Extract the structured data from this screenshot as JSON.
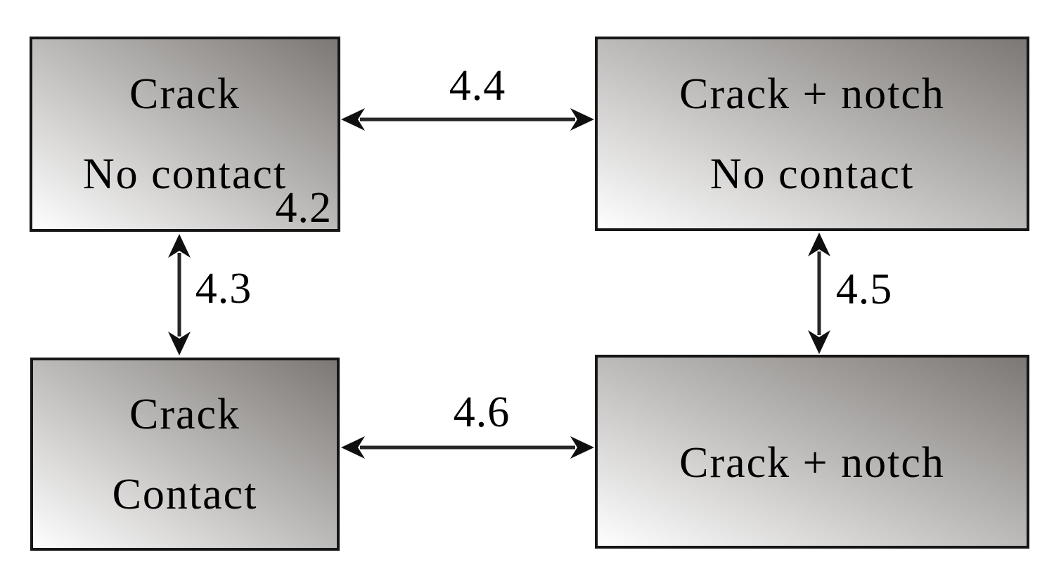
{
  "diagram": {
    "boxes": [
      {
        "id": "crack-no-contact",
        "lines": [
          "Crack",
          "No contact"
        ],
        "corner_label": "4.2"
      },
      {
        "id": "crack-notch-no-contact",
        "lines": [
          "Crack + notch",
          "No contact"
        ]
      },
      {
        "id": "crack-contact",
        "lines": [
          "Crack",
          "Contact"
        ]
      },
      {
        "id": "crack-notch",
        "lines": [
          "Crack + notch"
        ]
      }
    ],
    "arrows": [
      {
        "id": "top-horizontal",
        "label": "4.4",
        "connects": [
          "crack-no-contact",
          "crack-notch-no-contact"
        ]
      },
      {
        "id": "left-vertical",
        "label": "4.3",
        "connects": [
          "crack-no-contact",
          "crack-contact"
        ]
      },
      {
        "id": "right-vertical",
        "label": "4.5",
        "connects": [
          "crack-notch-no-contact",
          "crack-notch"
        ]
      },
      {
        "id": "bottom-horizontal",
        "label": "4.6",
        "connects": [
          "crack-contact",
          "crack-notch"
        ]
      }
    ],
    "colors": {
      "background": "#ffffff",
      "box_gradient_dark": "#7c7875",
      "box_gradient_light": "#fefefe",
      "border": "#161616",
      "arrow_line": "#262626",
      "arrow_head": "#0f0f0f",
      "text": "#000000"
    }
  }
}
